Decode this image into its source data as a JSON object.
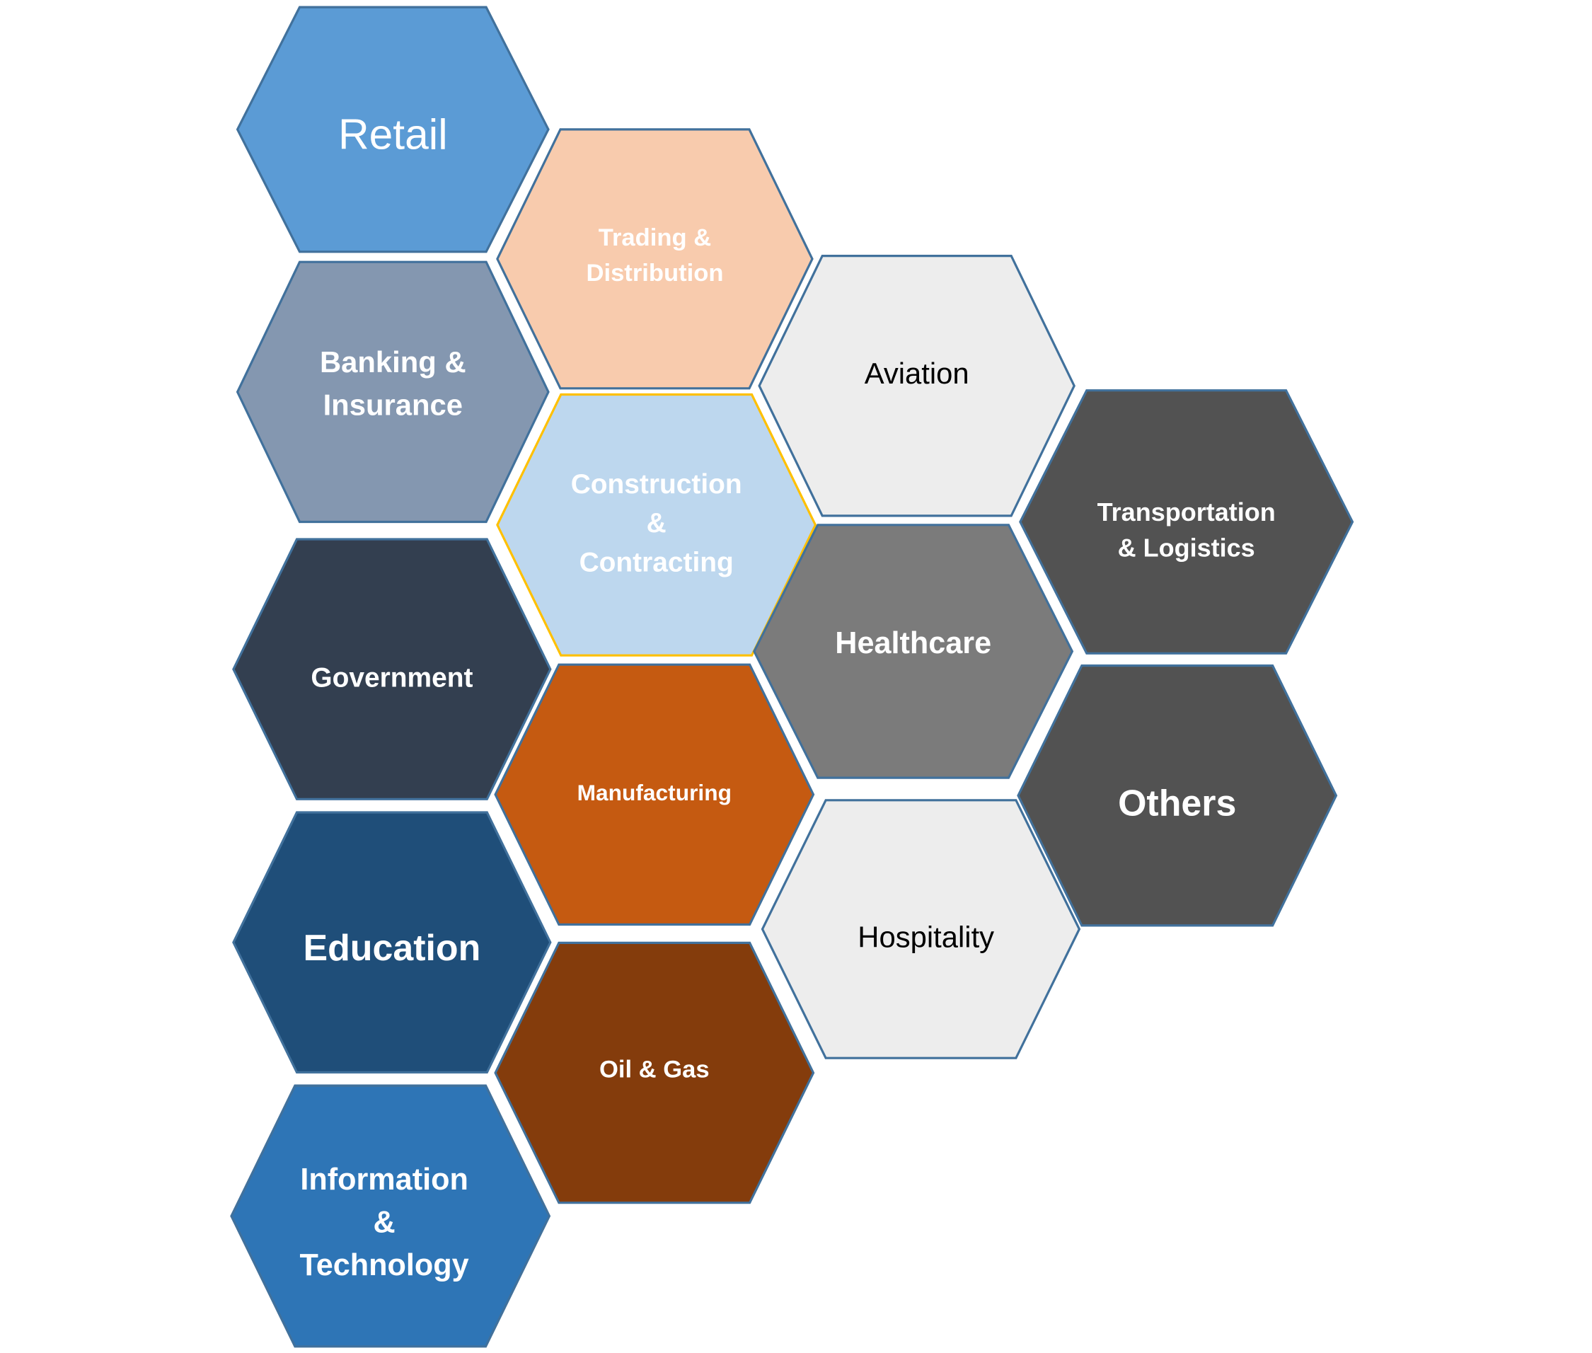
{
  "industries": [
    {
      "id": "retail",
      "lines": [
        "Retail"
      ],
      "fill": "#5B9BD5",
      "stroke": "#41719C",
      "text_color": "#FFFFFF"
    },
    {
      "id": "trading-distribution",
      "lines": [
        "Trading &",
        "Distribution"
      ],
      "fill": "#F8CBAD",
      "stroke": "#41719C",
      "text_color": "#FFFFFF"
    },
    {
      "id": "banking-insurance",
      "lines": [
        "Banking &",
        "Insurance"
      ],
      "fill": "#8497B0",
      "stroke": "#41719C",
      "text_color": "#FFFFFF"
    },
    {
      "id": "aviation",
      "lines": [
        "Aviation"
      ],
      "fill": "#EDEDED",
      "stroke": "#41719C",
      "text_color": "#000000"
    },
    {
      "id": "construction-contracting",
      "lines": [
        "Construction",
        "&",
        "Contracting"
      ],
      "fill": "#BDD7EE",
      "stroke": "#FFC000",
      "text_color": "#FFFFFF"
    },
    {
      "id": "transportation-logistics",
      "lines": [
        "Transportation",
        "& Logistics"
      ],
      "fill": "#525252",
      "stroke": "#41719C",
      "text_color": "#FFFFFF"
    },
    {
      "id": "government",
      "lines": [
        "Government"
      ],
      "fill": "#333F50",
      "stroke": "#41719C",
      "text_color": "#FFFFFF"
    },
    {
      "id": "healthcare",
      "lines": [
        "Healthcare"
      ],
      "fill": "#7B7B7B",
      "stroke": "#41719C",
      "text_color": "#FFFFFF"
    },
    {
      "id": "manufacturing",
      "lines": [
        "Manufacturing"
      ],
      "fill": "#C55A11",
      "stroke": "#41719C",
      "text_color": "#FFFFFF"
    },
    {
      "id": "others",
      "lines": [
        "Others"
      ],
      "fill": "#525252",
      "stroke": "#41719C",
      "text_color": "#FFFFFF"
    },
    {
      "id": "education",
      "lines": [
        "Education"
      ],
      "fill": "#1F4E79",
      "stroke": "#41719C",
      "text_color": "#FFFFFF"
    },
    {
      "id": "hospitality",
      "lines": [
        "Hospitality"
      ],
      "fill": "#EDEDED",
      "stroke": "#41719C",
      "text_color": "#000000"
    },
    {
      "id": "oil-gas",
      "lines": [
        "Oil & Gas"
      ],
      "fill": "#843C0C",
      "stroke": "#41719C",
      "text_color": "#FFFFFF"
    },
    {
      "id": "information-technology",
      "lines": [
        "Information",
        "&",
        "Technology"
      ],
      "fill": "#2E75B6",
      "stroke": "#41719C",
      "text_color": "#FFFFFF"
    }
  ]
}
